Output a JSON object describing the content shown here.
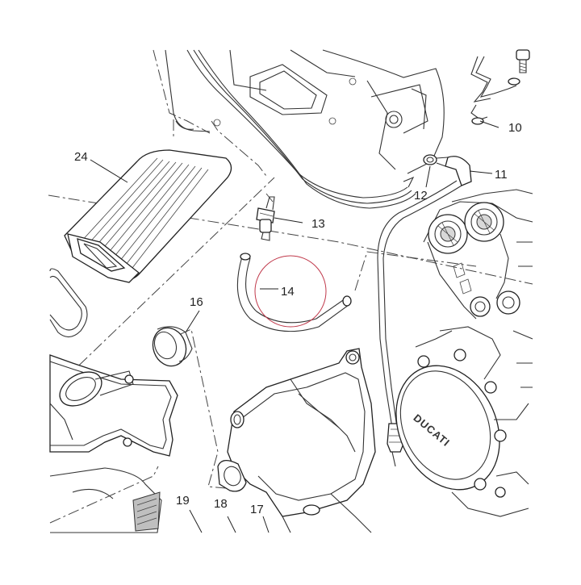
{
  "callouts": {
    "c10": "10",
    "c11": "11",
    "c12": "12",
    "c13": "13",
    "c14": "14",
    "c16": "16",
    "c17": "17",
    "c18": "18",
    "c19": "19",
    "c24": "24"
  },
  "highlight_color": "#c0394b"
}
